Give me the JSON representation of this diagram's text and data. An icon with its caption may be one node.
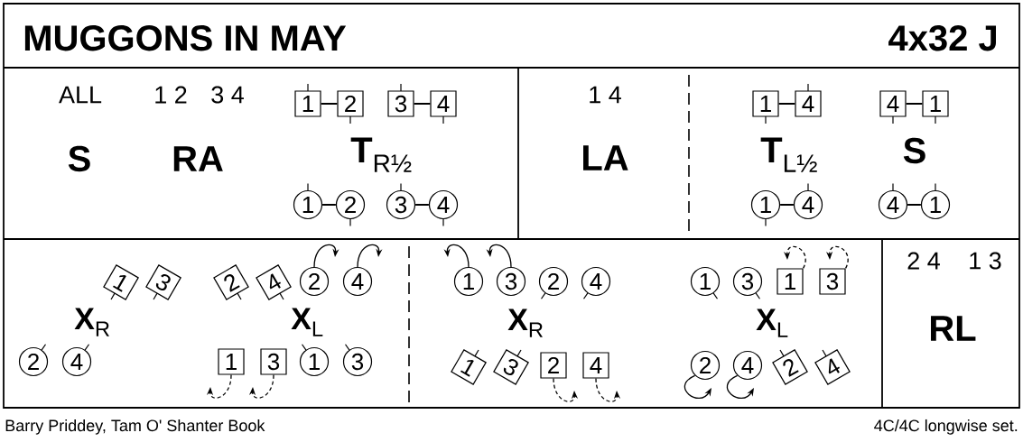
{
  "diagram": {
    "title": "MUGGONS IN MAY",
    "caption": "Barry Priddey, Tam O' Shanter Book",
    "nodes": [
      {
        "text": [
          "1"
        ]
      },
      {
        "text": [
          "2"
        ]
      },
      {
        "text": [
          "3"
        ]
      },
      {
        "text": [
          "4"
        ]
      },
      {
        "text": [
          "1"
        ]
      },
      {
        "text": [
          "2"
        ]
      },
      {
        "text": [
          "3"
        ]
      },
      {
        "text": [
          "4"
        ]
      },
      {
        "text": [
          "1"
        ]
      },
      {
        "text": [
          "4"
        ]
      },
      {
        "text": [
          "4"
        ]
      },
      {
        "text": [
          "1"
        ]
      },
      {
        "text": [
          "1"
        ]
      },
      {
        "text": [
          "4"
        ]
      },
      {
        "text": [
          "4"
        ]
      },
      {
        "text": [
          "1"
        ]
      },
      {
        "text": [
          "1"
        ]
      },
      {
        "text": [
          "3"
        ]
      },
      {
        "text": [
          "2"
        ]
      },
      {
        "text": [
          "4"
        ]
      },
      {
        "text": [
          "2"
        ]
      },
      {
        "text": [
          "4"
        ]
      },
      {
        "text": [
          "2"
        ]
      },
      {
        "text": [
          "4"
        ]
      },
      {
        "text": [
          "1"
        ]
      },
      {
        "text": [
          "3"
        ]
      },
      {
        "text": [
          "1"
        ]
      },
      {
        "text": [
          "3"
        ]
      },
      {
        "text": [
          "1"
        ]
      },
      {
        "text": [
          "3"
        ]
      },
      {
        "text": [
          "2"
        ]
      },
      {
        "text": [
          "4"
        ]
      },
      {
        "text": [
          "1"
        ]
      },
      {
        "text": [
          "3"
        ]
      },
      {
        "text": [
          "1"
        ]
      },
      {
        "text": [
          "3"
        ]
      },
      {
        "text": [
          "1"
        ]
      },
      {
        "text": [
          "3"
        ]
      },
      {
        "text": [
          "2"
        ]
      },
      {
        "text": [
          "4"
        ]
      },
      {
        "text": [
          "2"
        ]
      },
      {
        "text": [
          "4"
        ]
      },
      {
        "text": [
          "2"
        ]
      },
      {
        "text": [
          "4"
        ]
      }
    ],
    "edges": [
      {
        "from": 0,
        "to": 1,
        "arrow": "none"
      },
      {
        "from": 2,
        "to": 3,
        "arrow": "none"
      },
      {
        "from": 4,
        "to": 5,
        "arrow": "none"
      },
      {
        "from": 6,
        "to": 7,
        "arrow": "none"
      },
      {
        "from": 8,
        "to": 9,
        "arrow": "none"
      },
      {
        "from": 10,
        "to": 11,
        "arrow": "none"
      },
      {
        "from": 12,
        "to": 13,
        "arrow": "none"
      },
      {
        "from": 14,
        "to": 15,
        "arrow": "none"
      },
      {
        "from": 20,
        "to": null,
        "arrow": "to"
      },
      {
        "from": 21,
        "to": null,
        "arrow": "to"
      },
      {
        "from": 24,
        "to": null,
        "arrow": "to",
        "style": "dashed"
      },
      {
        "from": 25,
        "to": null,
        "arrow": "to",
        "style": "dashed"
      },
      {
        "from": 28,
        "to": null,
        "arrow": "to"
      },
      {
        "from": 29,
        "to": null,
        "arrow": "to"
      },
      {
        "from": 34,
        "to": null,
        "arrow": "to",
        "style": "dashed"
      },
      {
        "from": 35,
        "to": null,
        "arrow": "to",
        "style": "dashed"
      },
      {
        "from": 38,
        "to": null,
        "arrow": "to",
        "style": "dashed"
      },
      {
        "from": 39,
        "to": null,
        "arrow": "to",
        "style": "dashed"
      },
      {
        "from": 40,
        "to": null,
        "arrow": "to"
      },
      {
        "from": 41,
        "to": null,
        "arrow": "to"
      }
    ],
    "labels": [
      "4x32 J",
      "ALL",
      "1 2",
      "3 4",
      "S",
      "RA",
      "**T**$_{R½}$",
      "1 4",
      "LA",
      "**T**$_{L½}$",
      "S",
      "**X**$_{R}$",
      "**X**$_{L}$",
      "**X**$_{R}$",
      "**X**$_{L}$",
      "2 4",
      "1 3",
      "RL",
      "4C/4C longwise set."
    ]
  }
}
